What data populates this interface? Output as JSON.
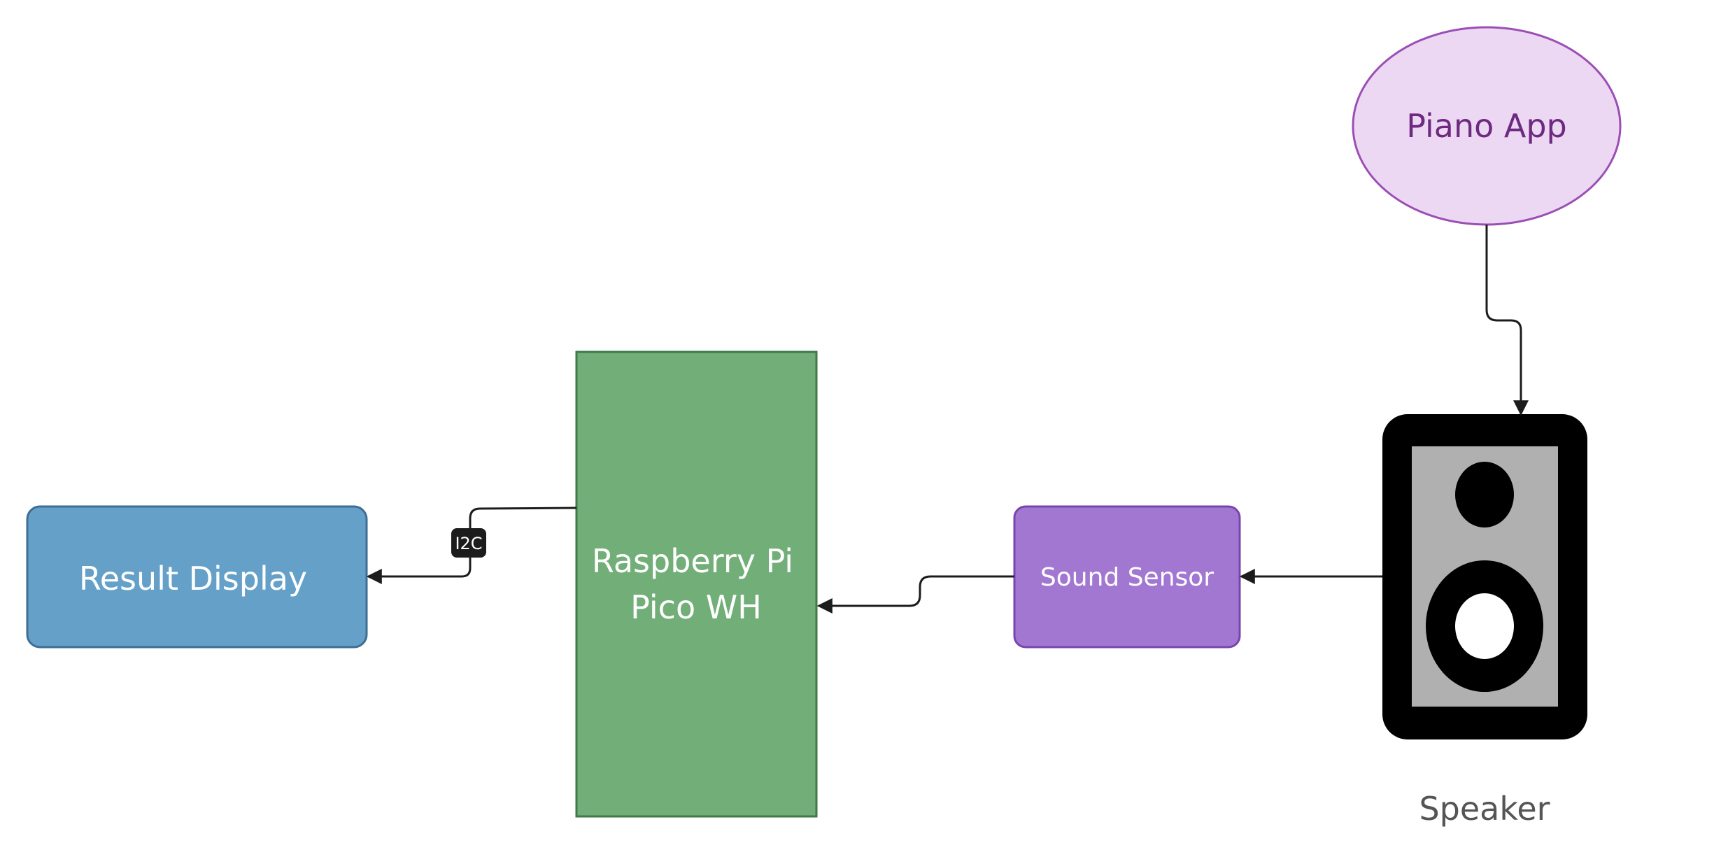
{
  "nodes": {
    "piano_app": {
      "label": "Piano App"
    },
    "speaker": {
      "label": "Speaker"
    },
    "sound_sensor": {
      "label": "Sound Sensor"
    },
    "pico": {
      "label_line1": "Raspberry Pi",
      "label_line2": "Pico WH"
    },
    "result_display": {
      "label": "Result Display"
    }
  },
  "edges": {
    "pico_to_display": {
      "label": "I2C"
    }
  },
  "colors": {
    "piano_fill": "#ecd8f3",
    "piano_stroke": "#9b4fb5",
    "piano_text": "#6d2a80",
    "sensor_fill": "#a277d1",
    "sensor_stroke": "#7a44ad",
    "pico_fill": "#72ae78",
    "pico_stroke": "#3f7a48",
    "display_fill": "#65a0c8",
    "display_stroke": "#3f6e94",
    "speaker_body": "#000000",
    "speaker_panel": "#b0b0b0",
    "connector": "#1c1c1c",
    "speaker_text": "#555555"
  }
}
